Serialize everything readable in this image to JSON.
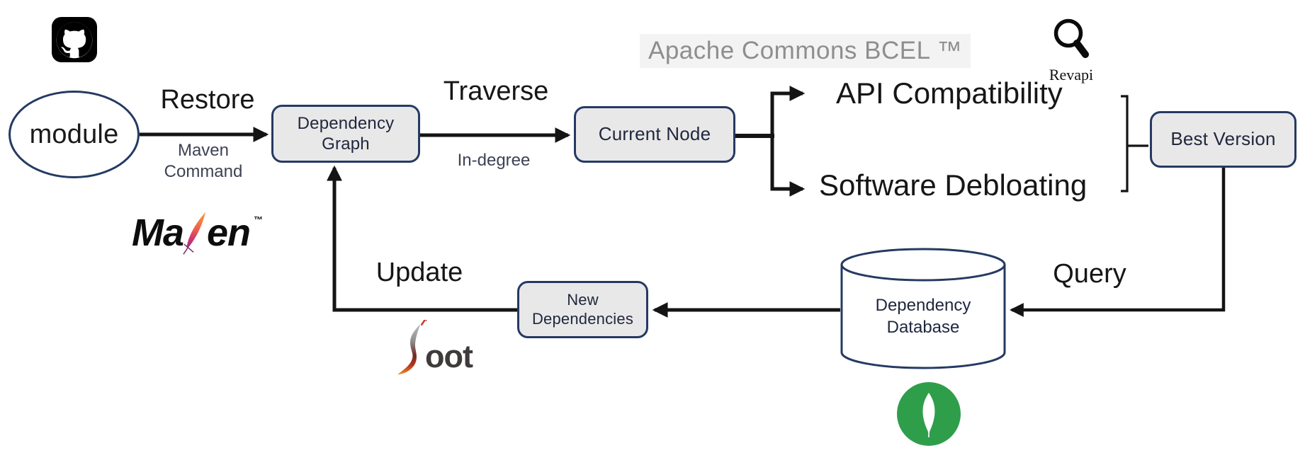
{
  "colors": {
    "node_border": "#253a63",
    "node_fill": "#e9e8e8",
    "node_text": "#20283e",
    "line": "#141414",
    "label_text": "#161616",
    "sublabel_text": "#3d4254",
    "bcel_text": "#8e8e8e",
    "bcel_bg": "#f3f3f3",
    "mongodb_green": "#2f9e4b",
    "github_black": "#000000"
  },
  "nodes": {
    "module": {
      "label": "module"
    },
    "dependency_graph": {
      "label": "Dependency Graph"
    },
    "current_node": {
      "label": "Current Node"
    },
    "best_version": {
      "label": "Best Version"
    },
    "new_dependencies": {
      "label": "New Dependencies"
    },
    "dependency_database": {
      "label": "Dependency Database"
    }
  },
  "edges": {
    "restore": {
      "label": "Restore",
      "sublabel": "Maven Command"
    },
    "traverse": {
      "label": "Traverse",
      "sublabel": "In-degree"
    },
    "update": {
      "label": "Update"
    },
    "query": {
      "label": "Query"
    }
  },
  "outputs": {
    "api_compatibility": {
      "label": "API Compatibility"
    },
    "software_debloating": {
      "label": "Software Debloating"
    }
  },
  "annotations": {
    "apache_bcel": {
      "label": "Apache Commons BCEL ™"
    },
    "revapi": {
      "label": "Revapi"
    }
  },
  "logos": {
    "github": {
      "icon": "github-octocat-icon"
    },
    "maven": {
      "prefix": "Ma",
      "suffix": "en",
      "tm": "™",
      "icon": "maven-feather-icon"
    },
    "soot": {
      "suffix": "oot",
      "icon": "soot-swoosh-icon"
    },
    "mongodb": {
      "icon": "mongodb-leaf-icon"
    },
    "revapi": {
      "icon": "magnifier-icon"
    }
  }
}
